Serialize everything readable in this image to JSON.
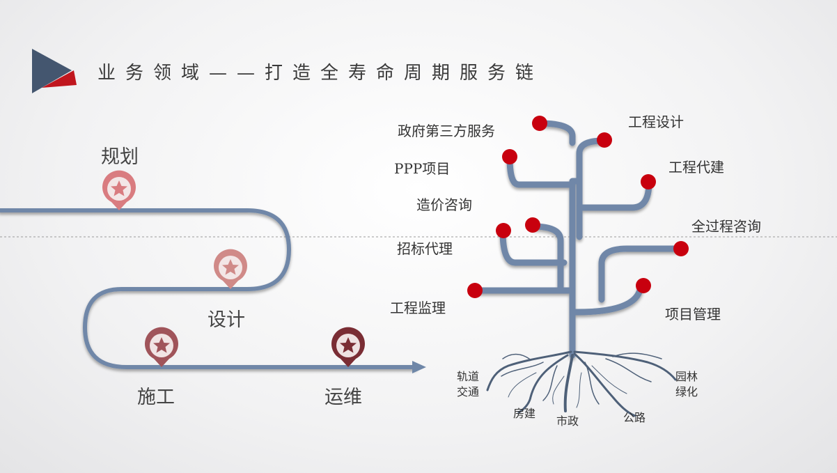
{
  "header": {
    "title": "业务领域——打造全寿命周期服务链"
  },
  "timeline": {
    "stages": [
      {
        "label": "规划",
        "pin_color": "#d97c80"
      },
      {
        "label": "设计",
        "pin_color": "#d08a88"
      },
      {
        "label": "施工",
        "pin_color": "#a0545a"
      },
      {
        "label": "运维",
        "pin_color": "#7a2d34"
      }
    ]
  },
  "tree": {
    "branches": [
      {
        "label": "政府第三方服务"
      },
      {
        "label": "工程设计"
      },
      {
        "label": "PPP项目"
      },
      {
        "label": "工程代建"
      },
      {
        "label": "造价咨询"
      },
      {
        "label": "全过程咨询"
      },
      {
        "label": "招标代理"
      },
      {
        "label": "工程监理"
      },
      {
        "label": "项目管理"
      }
    ],
    "roots": [
      {
        "label": "轨道\n交通"
      },
      {
        "label": "房建"
      },
      {
        "label": "市政"
      },
      {
        "label": "公路"
      },
      {
        "label": "园林\n绿化"
      }
    ]
  },
  "colors": {
    "path": "#6f87a8",
    "node": "#c8000e",
    "accent_blue": "#44566f",
    "accent_red": "#c0161e"
  }
}
